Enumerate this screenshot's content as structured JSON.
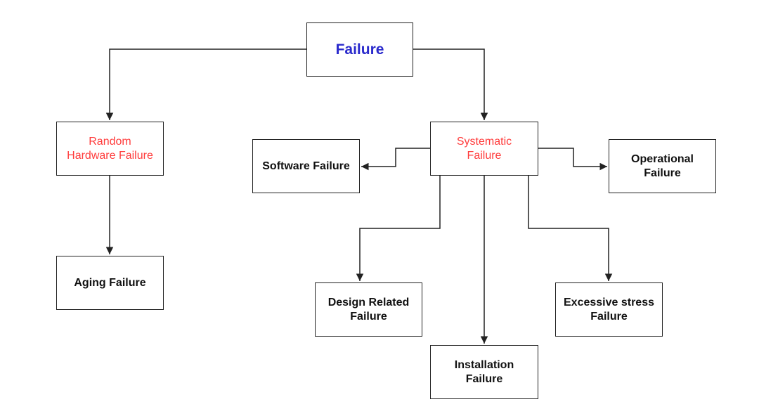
{
  "diagram": {
    "nodes": {
      "failure": {
        "lines": [
          "Failure"
        ]
      },
      "random": {
        "lines": [
          "Random",
          "Hardware Failure"
        ]
      },
      "systematic": {
        "lines": [
          "Systematic",
          "Failure"
        ]
      },
      "software": {
        "lines": [
          "Software Failure"
        ]
      },
      "operational": {
        "lines": [
          "Operational",
          "Failure"
        ]
      },
      "aging": {
        "lines": [
          "Aging Failure"
        ]
      },
      "design": {
        "lines": [
          "Design Related",
          "Failure"
        ]
      },
      "excessive": {
        "lines": [
          "Excessive stress",
          "Failure"
        ]
      },
      "installation": {
        "lines": [
          "Installation",
          "Failure"
        ]
      }
    },
    "colors": {
      "root_text": "#2a2acc",
      "branch_text": "#ff3b3b",
      "leaf_text": "#111111",
      "line": "#222222"
    },
    "edges": [
      {
        "from": "failure",
        "to": "random"
      },
      {
        "from": "failure",
        "to": "systematic"
      },
      {
        "from": "random",
        "to": "aging"
      },
      {
        "from": "systematic",
        "to": "software"
      },
      {
        "from": "systematic",
        "to": "operational"
      },
      {
        "from": "systematic",
        "to": "design"
      },
      {
        "from": "systematic",
        "to": "installation"
      },
      {
        "from": "systematic",
        "to": "excessive"
      }
    ]
  }
}
